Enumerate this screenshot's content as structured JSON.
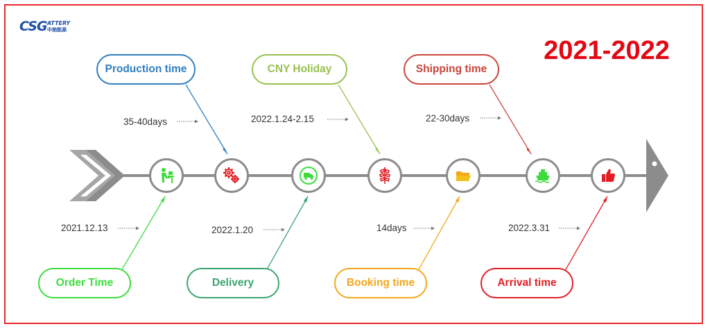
{
  "logo": {
    "main": "CSG",
    "sub": "ATTERY",
    "cn": "中驰能源"
  },
  "year_label": "2021-2022",
  "colors": {
    "frame": "#e8282b",
    "year": "#e30613",
    "timeline": "#8c8c8c",
    "order": "#3ddc3d",
    "production": "#2f7ebf",
    "delivery": "#3aa56e",
    "holiday": "#98c14f",
    "booking": "#f2a71b",
    "shipping": "#c8453a",
    "arrival": "#e31e24"
  },
  "milestones": [
    {
      "id": "order",
      "label": "Order Time",
      "value": "2021.12.13",
      "icon": "person-desk-icon",
      "color": "#3ddc3d"
    },
    {
      "id": "production",
      "label": "Production time",
      "value": "35-40days",
      "icon": "gears-icon",
      "color": "#2f7ebf"
    },
    {
      "id": "delivery",
      "label": "Delivery",
      "value": "2022.1.20",
      "icon": "truck-icon",
      "color": "#3aa56e"
    },
    {
      "id": "holiday",
      "label": "CNY Holiday",
      "value": "2022.1.24-2.15",
      "icon": "firecracker-icon",
      "color": "#98c14f"
    },
    {
      "id": "booking",
      "label": "Booking time",
      "value": "14days",
      "icon": "folder-icon",
      "color": "#f2a71b"
    },
    {
      "id": "shipping",
      "label": "Shipping time",
      "value": "22-30days",
      "icon": "ship-icon",
      "color": "#c8453a"
    },
    {
      "id": "arrival",
      "label": "Arrival time",
      "value": "2022.3.31",
      "icon": "thumbs-up-icon",
      "color": "#e31e24"
    }
  ]
}
